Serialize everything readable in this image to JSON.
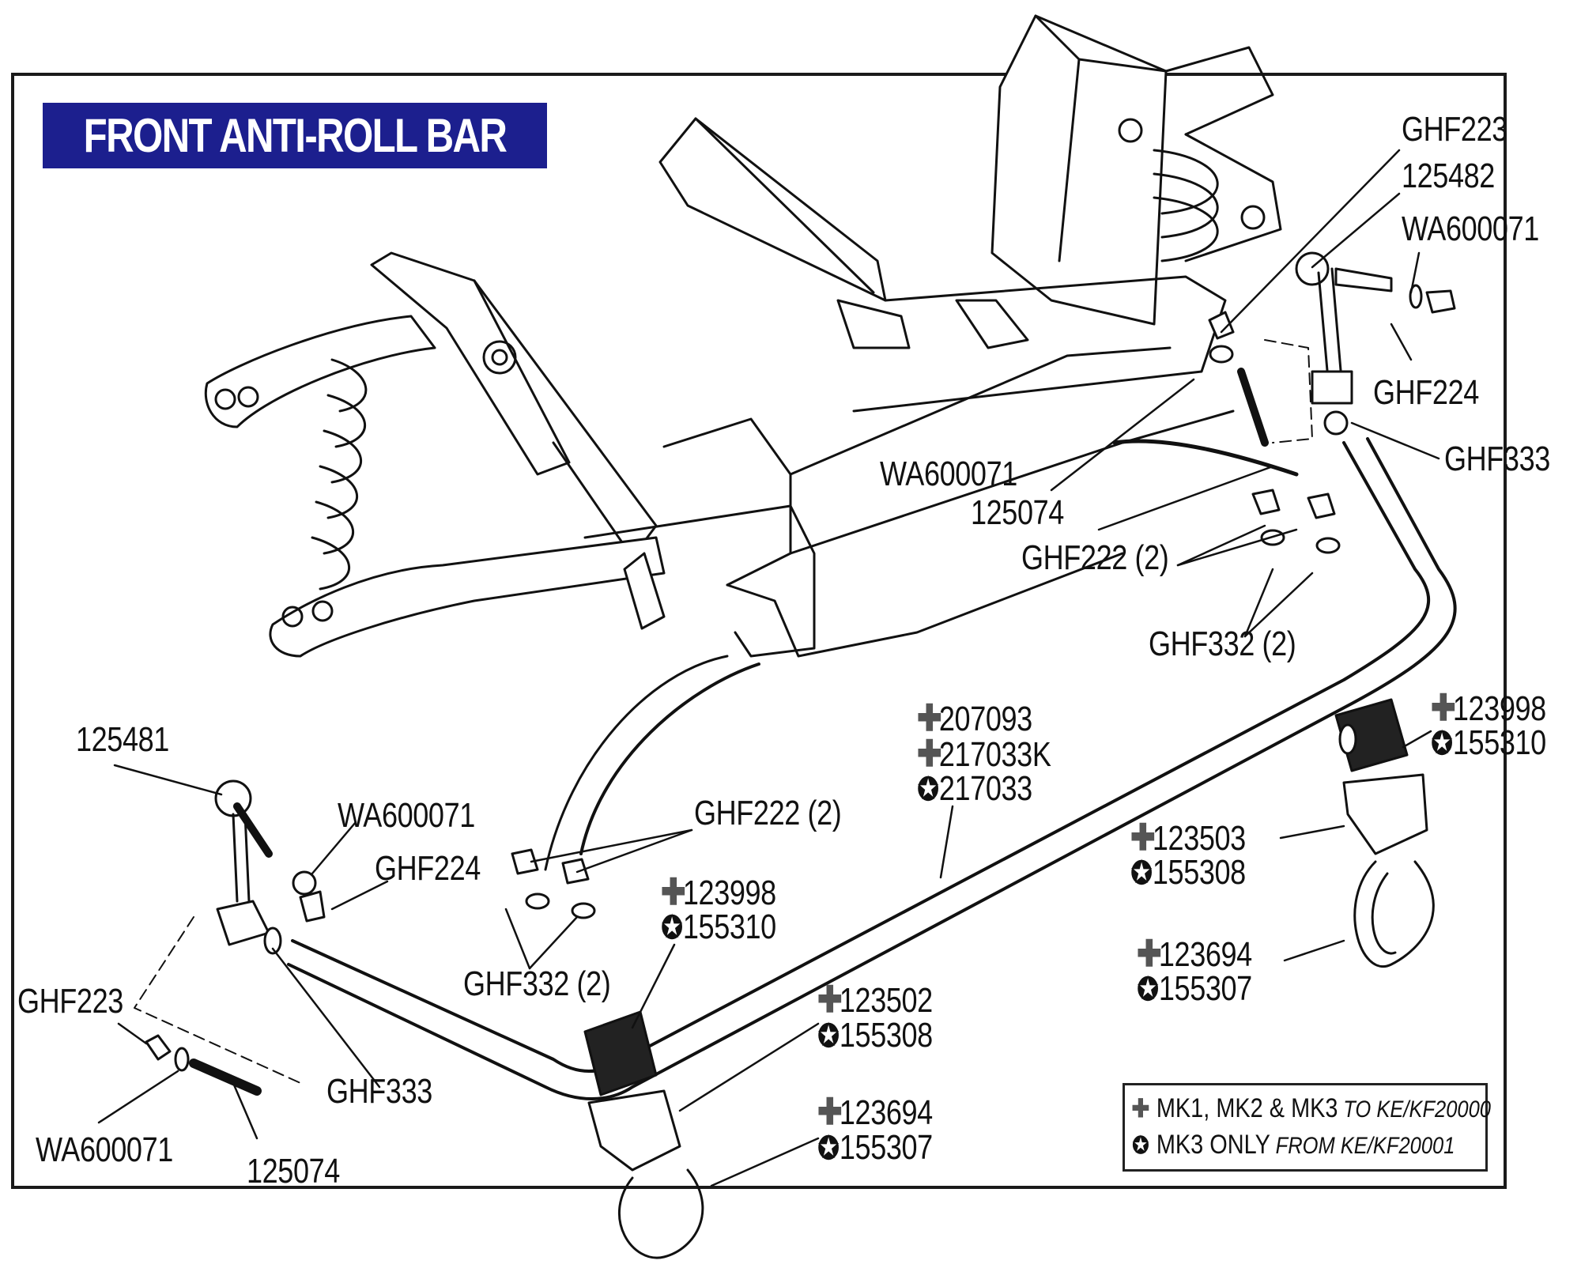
{
  "title": "FRONT ANTI-ROLL BAR",
  "symbols": {
    "plus": "✚",
    "star": "✪"
  },
  "colors": {
    "title_bg": "#1c1f8e",
    "title_text": "#ffffff",
    "line": "#111111"
  },
  "labels": {
    "ghf223_top": "GHF223",
    "p125482": "125482",
    "wa600071_top": "WA600071",
    "ghf224_top": "GHF224",
    "ghf333_top": "GHF333",
    "wa600071_mid": "WA600071",
    "p125074_mid": "125074",
    "ghf222_top": "GHF222 (2)",
    "ghf332_top": "GHF332 (2)",
    "bar_parts": [
      "207093",
      "217033K",
      "217033"
    ],
    "bush_right": [
      "123998",
      "155310"
    ],
    "clamp_right": [
      "123503",
      "155308"
    ],
    "ubolt_right": [
      "123694",
      "155307"
    ],
    "p125481": "125481",
    "wa600071_left": "WA600071",
    "ghf224_left": "GHF224",
    "ghf222_center": "GHF222 (2)",
    "bush_center": [
      "123998",
      "155310"
    ],
    "ghf332_center": "GHF332 (2)",
    "ghf223_left": "GHF223",
    "ghf333_left": "GHF333",
    "wa600071_bottom": "WA600071",
    "p125074_bottom": "125074",
    "clamp_center": [
      "123502",
      "155308"
    ],
    "ubolt_center": [
      "123694",
      "155307"
    ]
  },
  "legend": {
    "row1_main": "MK1, MK2 & MK3",
    "row1_note": "TO KE/KF20000",
    "row2_main": "MK3 ONLY",
    "row2_note": "FROM KE/KF20001"
  }
}
